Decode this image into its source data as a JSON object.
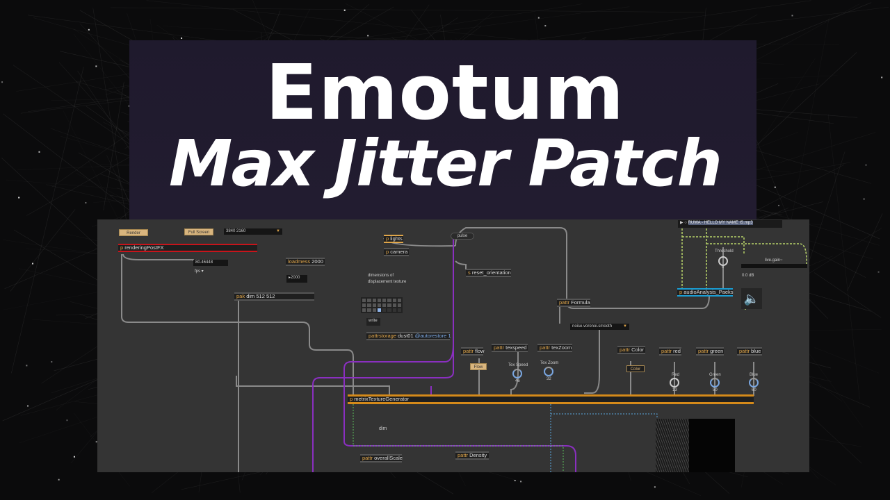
{
  "title": {
    "line1": "Emotum",
    "line2": "Max Jitter Patch"
  },
  "patch": {
    "render_button": "Render",
    "fullscreen_button": "Full Screen",
    "resolution": "3840 2160",
    "rendering": {
      "k": "p",
      "t": "renderingPostFX"
    },
    "fps_value": "80.46448",
    "fps_unit": "fps",
    "loadmess": {
      "k": "loadmess",
      "t": "2000"
    },
    "number_2000": "2000",
    "pak": {
      "k": "pak",
      "t": "dim 512 512"
    },
    "lights": {
      "k": "p",
      "t": "lights"
    },
    "camera": {
      "k": "p",
      "t": "camera"
    },
    "dimensions_comment_1": "dimensions of",
    "dimensions_comment_2": "displacement texture",
    "write": "write",
    "pattrstorage": {
      "k": "pattrstorage",
      "t": "dust01",
      "a": "@autorestore 1"
    },
    "pulse": "pulse",
    "reset": {
      "k": "s",
      "t": "reset_orientation"
    },
    "audio_file": "RUWA - HELLO MY NAME IS.mp3",
    "threshold_label": "Threshold",
    "threshold_value": "0",
    "gain_label": "live.gain~",
    "gain_value": "0.0 dB",
    "audio_analysis": {
      "k": "p",
      "t": "audioAnalysis_Paeks"
    },
    "formula": {
      "k": "pattr",
      "t": "Formula"
    },
    "formula_value": "noise.voronoi.smooth",
    "flow": {
      "k": "pattr",
      "t": "flow"
    },
    "flow_button": "Flow",
    "texspeed": {
      "k": "pattr",
      "t": "texspeed"
    },
    "texspeed_label": "Tex Speed",
    "texspeed_value": "46",
    "texzoom": {
      "k": "pattr",
      "t": "texZoom"
    },
    "texzoom_label": "Tex Zoom",
    "texzoom_value": "32",
    "color": {
      "k": "pattr",
      "t": "Color"
    },
    "color_button": "Color",
    "red": {
      "k": "pattr",
      "t": "red"
    },
    "red_label": "Red",
    "red_value": "13",
    "green": {
      "k": "pattr",
      "t": "green"
    },
    "green_label": "Green",
    "green_value": "50",
    "blue": {
      "k": "pattr",
      "t": "blue"
    },
    "blue_label": "Blue",
    "blue_value": "60",
    "generator": {
      "k": "p",
      "t": "metrixTextureGenerator"
    },
    "dim_comment": "dim",
    "overallscale": {
      "k": "pattr",
      "t": "overallScale"
    },
    "density": {
      "k": "pattr",
      "t": "Density"
    }
  },
  "colors": {
    "accent_orange": "#e0a64a",
    "render_red": "#c8141b",
    "audio_blue": "#1a9fd6",
    "cable_purple": "#8a2fc0"
  }
}
